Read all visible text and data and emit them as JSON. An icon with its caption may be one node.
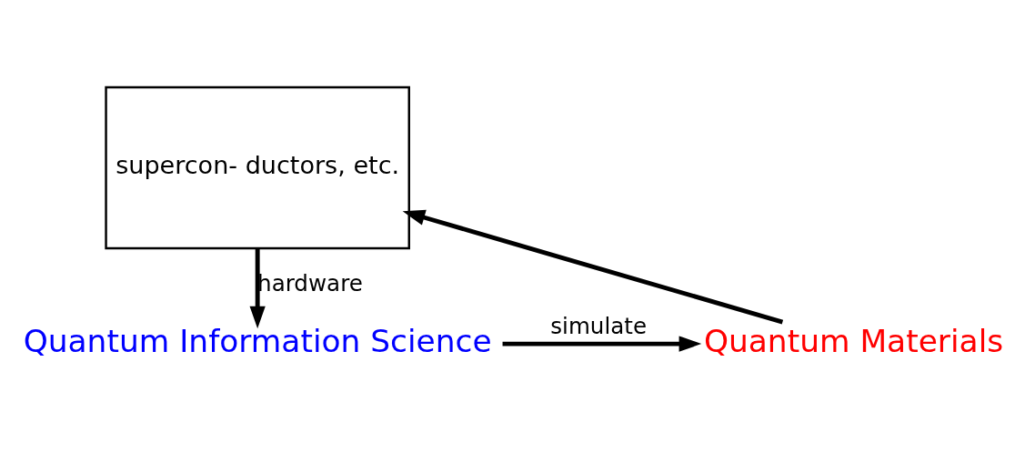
{
  "diagram": {
    "nodes": [
      {
        "text": [
          "supercon- ductors, etc."
        ]
      },
      {
        "text": [
          "Quantum Materials"
        ]
      },
      {
        "text": [
          "Quantum Information Science"
        ]
      }
    ],
    "edges": [
      {
        "from": 1,
        "to": 0,
        "arrow": "to"
      },
      {
        "from": 0,
        "to": 2,
        "arrow": "to",
        "label": "hardware"
      },
      {
        "from": 2,
        "to": 1,
        "arrow": "to",
        "label": "simulate"
      }
    ]
  }
}
